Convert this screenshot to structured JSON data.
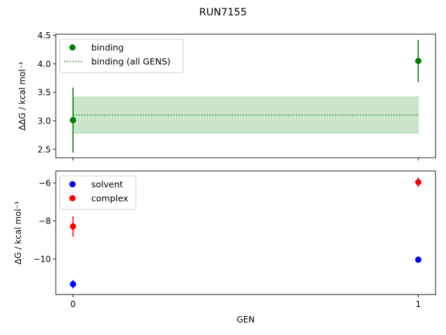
{
  "title": "RUN7155",
  "chart_data": [
    {
      "type": "scatter",
      "ylabel": "ΔΔG / kcal mol⁻¹",
      "xlabel": "",
      "xlim": [
        -0.05,
        1.05
      ],
      "ylim": [
        2.35,
        4.52
      ],
      "yticks": [
        "2.5",
        "3.0",
        "3.5",
        "4.0",
        "4.5"
      ],
      "ytick_values": [
        2.5,
        3.0,
        3.5,
        4.0,
        4.5
      ],
      "xtick_values": [
        0,
        1
      ],
      "show_xtick_labels": false,
      "legend": "upper-left",
      "series": [
        {
          "name": "binding",
          "color": "#008000",
          "x": [
            0,
            1
          ],
          "y": [
            3.01,
            4.05
          ],
          "yerr": [
            0.57,
            0.37
          ]
        }
      ],
      "band": {
        "name": "binding (all GENS)",
        "color": "#008000",
        "x": [
          0,
          1
        ],
        "y": 3.1,
        "ylow": 2.78,
        "yhigh": 3.42,
        "style": "dotted"
      },
      "grid": false
    },
    {
      "type": "scatter",
      "ylabel": "ΔG / kcal mol⁻¹",
      "xlabel": "GEN",
      "xlim": [
        -0.05,
        1.05
      ],
      "ylim": [
        -11.86,
        -5.38
      ],
      "yticks": [
        "−10",
        "−8",
        "−6"
      ],
      "ytick_values": [
        -10,
        -8,
        -6
      ],
      "xticks": [
        "0",
        "1"
      ],
      "xtick_values": [
        0,
        1
      ],
      "legend": "upper-left",
      "series": [
        {
          "name": "solvent",
          "color": "#0000ff",
          "x": [
            0,
            1
          ],
          "y": [
            -11.32,
            -10.03
          ],
          "yerr": [
            0.22,
            0.15
          ]
        },
        {
          "name": "complex",
          "color": "#ff0000",
          "x": [
            0,
            1
          ],
          "y": [
            -8.29,
            -5.97
          ],
          "yerr": [
            0.53,
            0.25
          ]
        }
      ],
      "grid": false
    }
  ]
}
